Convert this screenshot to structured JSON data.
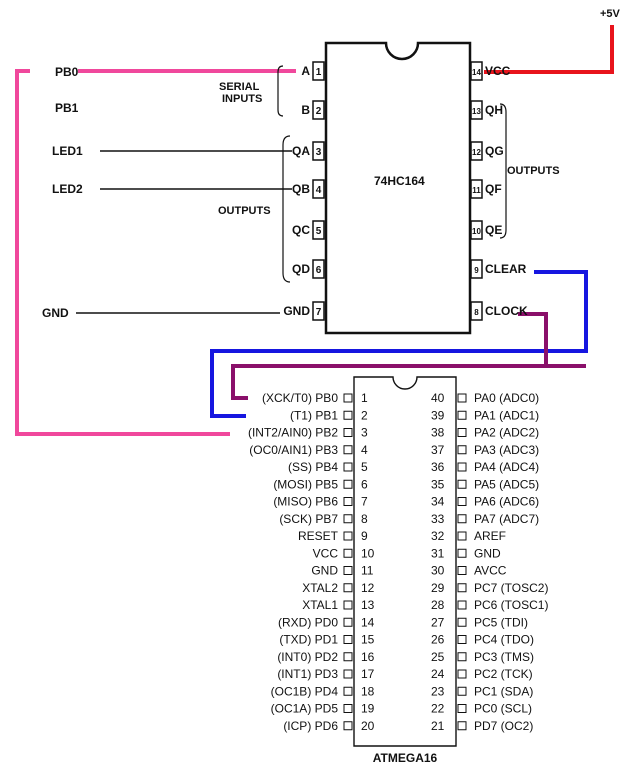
{
  "supply": {
    "label": "+5V"
  },
  "net_labels": {
    "pb0": "PB0",
    "pb1": "PB1",
    "led1": "LED1",
    "led2": "LED2",
    "gnd": "GND"
  },
  "chip_74hc164": {
    "name": "74HC164",
    "serial_inputs_line1": "SERIAL",
    "serial_inputs_line2": "INPUTS",
    "outputs_left": "OUTPUTS",
    "outputs_right": "OUTPUTS",
    "left_pins": [
      {
        "num": "1",
        "name": "A"
      },
      {
        "num": "2",
        "name": "B"
      },
      {
        "num": "3",
        "name": "QA"
      },
      {
        "num": "4",
        "name": "QB"
      },
      {
        "num": "5",
        "name": "QC"
      },
      {
        "num": "6",
        "name": "QD"
      },
      {
        "num": "7",
        "name": "GND"
      }
    ],
    "right_pins": [
      {
        "num": "14",
        "name": "VCC"
      },
      {
        "num": "13",
        "name": "QH"
      },
      {
        "num": "12",
        "name": "QG"
      },
      {
        "num": "11",
        "name": "QF"
      },
      {
        "num": "10",
        "name": "QE"
      },
      {
        "num": "9",
        "name": "CLEAR"
      },
      {
        "num": "8",
        "name": "CLOCK"
      }
    ]
  },
  "chip_atmega16": {
    "name": "ATMEGA16",
    "left_pins": [
      {
        "num": "1",
        "label": "(XCK/T0) PB0"
      },
      {
        "num": "2",
        "label": "(T1) PB1"
      },
      {
        "num": "3",
        "label": "(INT2/AIN0) PB2"
      },
      {
        "num": "4",
        "label": "(OC0/AIN1) PB3"
      },
      {
        "num": "5",
        "label": "(SS) PB4"
      },
      {
        "num": "6",
        "label": "(MOSI) PB5"
      },
      {
        "num": "7",
        "label": "(MISO) PB6"
      },
      {
        "num": "8",
        "label": "(SCK) PB7"
      },
      {
        "num": "9",
        "label": "RESET"
      },
      {
        "num": "10",
        "label": "VCC"
      },
      {
        "num": "11",
        "label": "GND"
      },
      {
        "num": "12",
        "label": "XTAL2"
      },
      {
        "num": "13",
        "label": "XTAL1"
      },
      {
        "num": "14",
        "label": "(RXD) PD0"
      },
      {
        "num": "15",
        "label": "(TXD) PD1"
      },
      {
        "num": "16",
        "label": "(INT0) PD2"
      },
      {
        "num": "17",
        "label": "(INT1) PD3"
      },
      {
        "num": "18",
        "label": "(OC1B) PD4"
      },
      {
        "num": "19",
        "label": "(OC1A) PD5"
      },
      {
        "num": "20",
        "label": "(ICP) PD6"
      }
    ],
    "right_pins": [
      {
        "num": "40",
        "label": "PA0 (ADC0)"
      },
      {
        "num": "39",
        "label": "PA1 (ADC1)"
      },
      {
        "num": "38",
        "label": "PA2 (ADC2)"
      },
      {
        "num": "37",
        "label": "PA3 (ADC3)"
      },
      {
        "num": "36",
        "label": "PA4 (ADC4)"
      },
      {
        "num": "35",
        "label": "PA5 (ADC5)"
      },
      {
        "num": "34",
        "label": "PA6 (ADC6)"
      },
      {
        "num": "33",
        "label": "PA7 (ADC7)"
      },
      {
        "num": "32",
        "label": "AREF"
      },
      {
        "num": "31",
        "label": "GND"
      },
      {
        "num": "30",
        "label": "AVCC"
      },
      {
        "num": "29",
        "label": "PC7 (TOSC2)"
      },
      {
        "num": "28",
        "label": "PC6 (TOSC1)"
      },
      {
        "num": "27",
        "label": "PC5 (TDI)"
      },
      {
        "num": "26",
        "label": "PC4 (TDO)"
      },
      {
        "num": "25",
        "label": "PC3 (TMS)"
      },
      {
        "num": "24",
        "label": "PC2 (TCK)"
      },
      {
        "num": "23",
        "label": "PC1 (SDA)"
      },
      {
        "num": "22",
        "label": "PC0 (SCL)"
      },
      {
        "num": "21",
        "label": "PD7 (OC2)"
      }
    ]
  },
  "wire_colors": {
    "vcc": "#e8141c",
    "serial": "#f0489c",
    "clear": "#1616e0",
    "clock": "#8a0f6a",
    "signal": "#111111"
  }
}
